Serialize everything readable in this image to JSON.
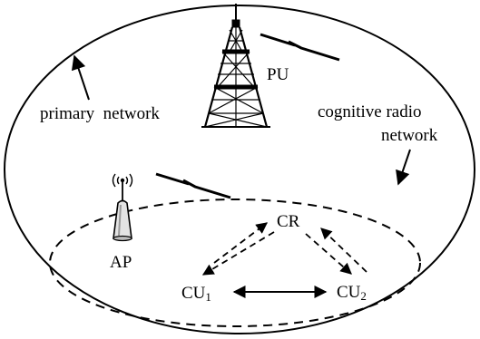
{
  "labels": {
    "pu": "PU",
    "primary_network": "primary  network",
    "cognitive_radio_line1": "cognitive radio",
    "cognitive_radio_line2": "network",
    "ap": "AP",
    "cr": "CR",
    "cu1_base": "CU",
    "cu1_sub": "1",
    "cu2_base": "CU",
    "cu2_sub": "2"
  }
}
